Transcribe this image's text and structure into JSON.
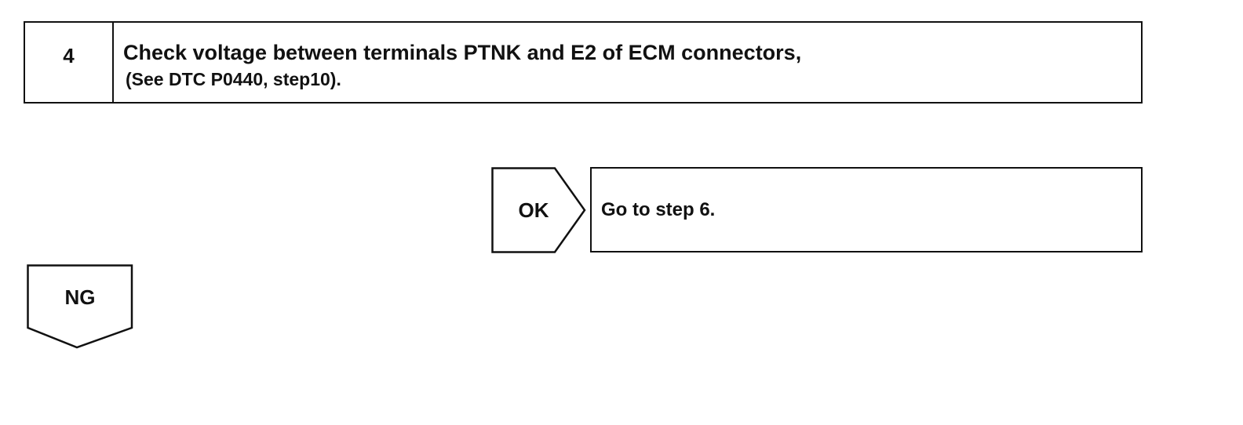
{
  "step": {
    "number": "4",
    "title": "Check voltage between terminals PTNK and E2 of ECM connectors,",
    "reference": "(See DTC P0440, step10)."
  },
  "ok_branch": {
    "label": "OK",
    "result": "Go to step 6."
  },
  "ng_branch": {
    "label": "NG"
  },
  "colors": {
    "line": "#111111",
    "background": "#ffffff"
  }
}
